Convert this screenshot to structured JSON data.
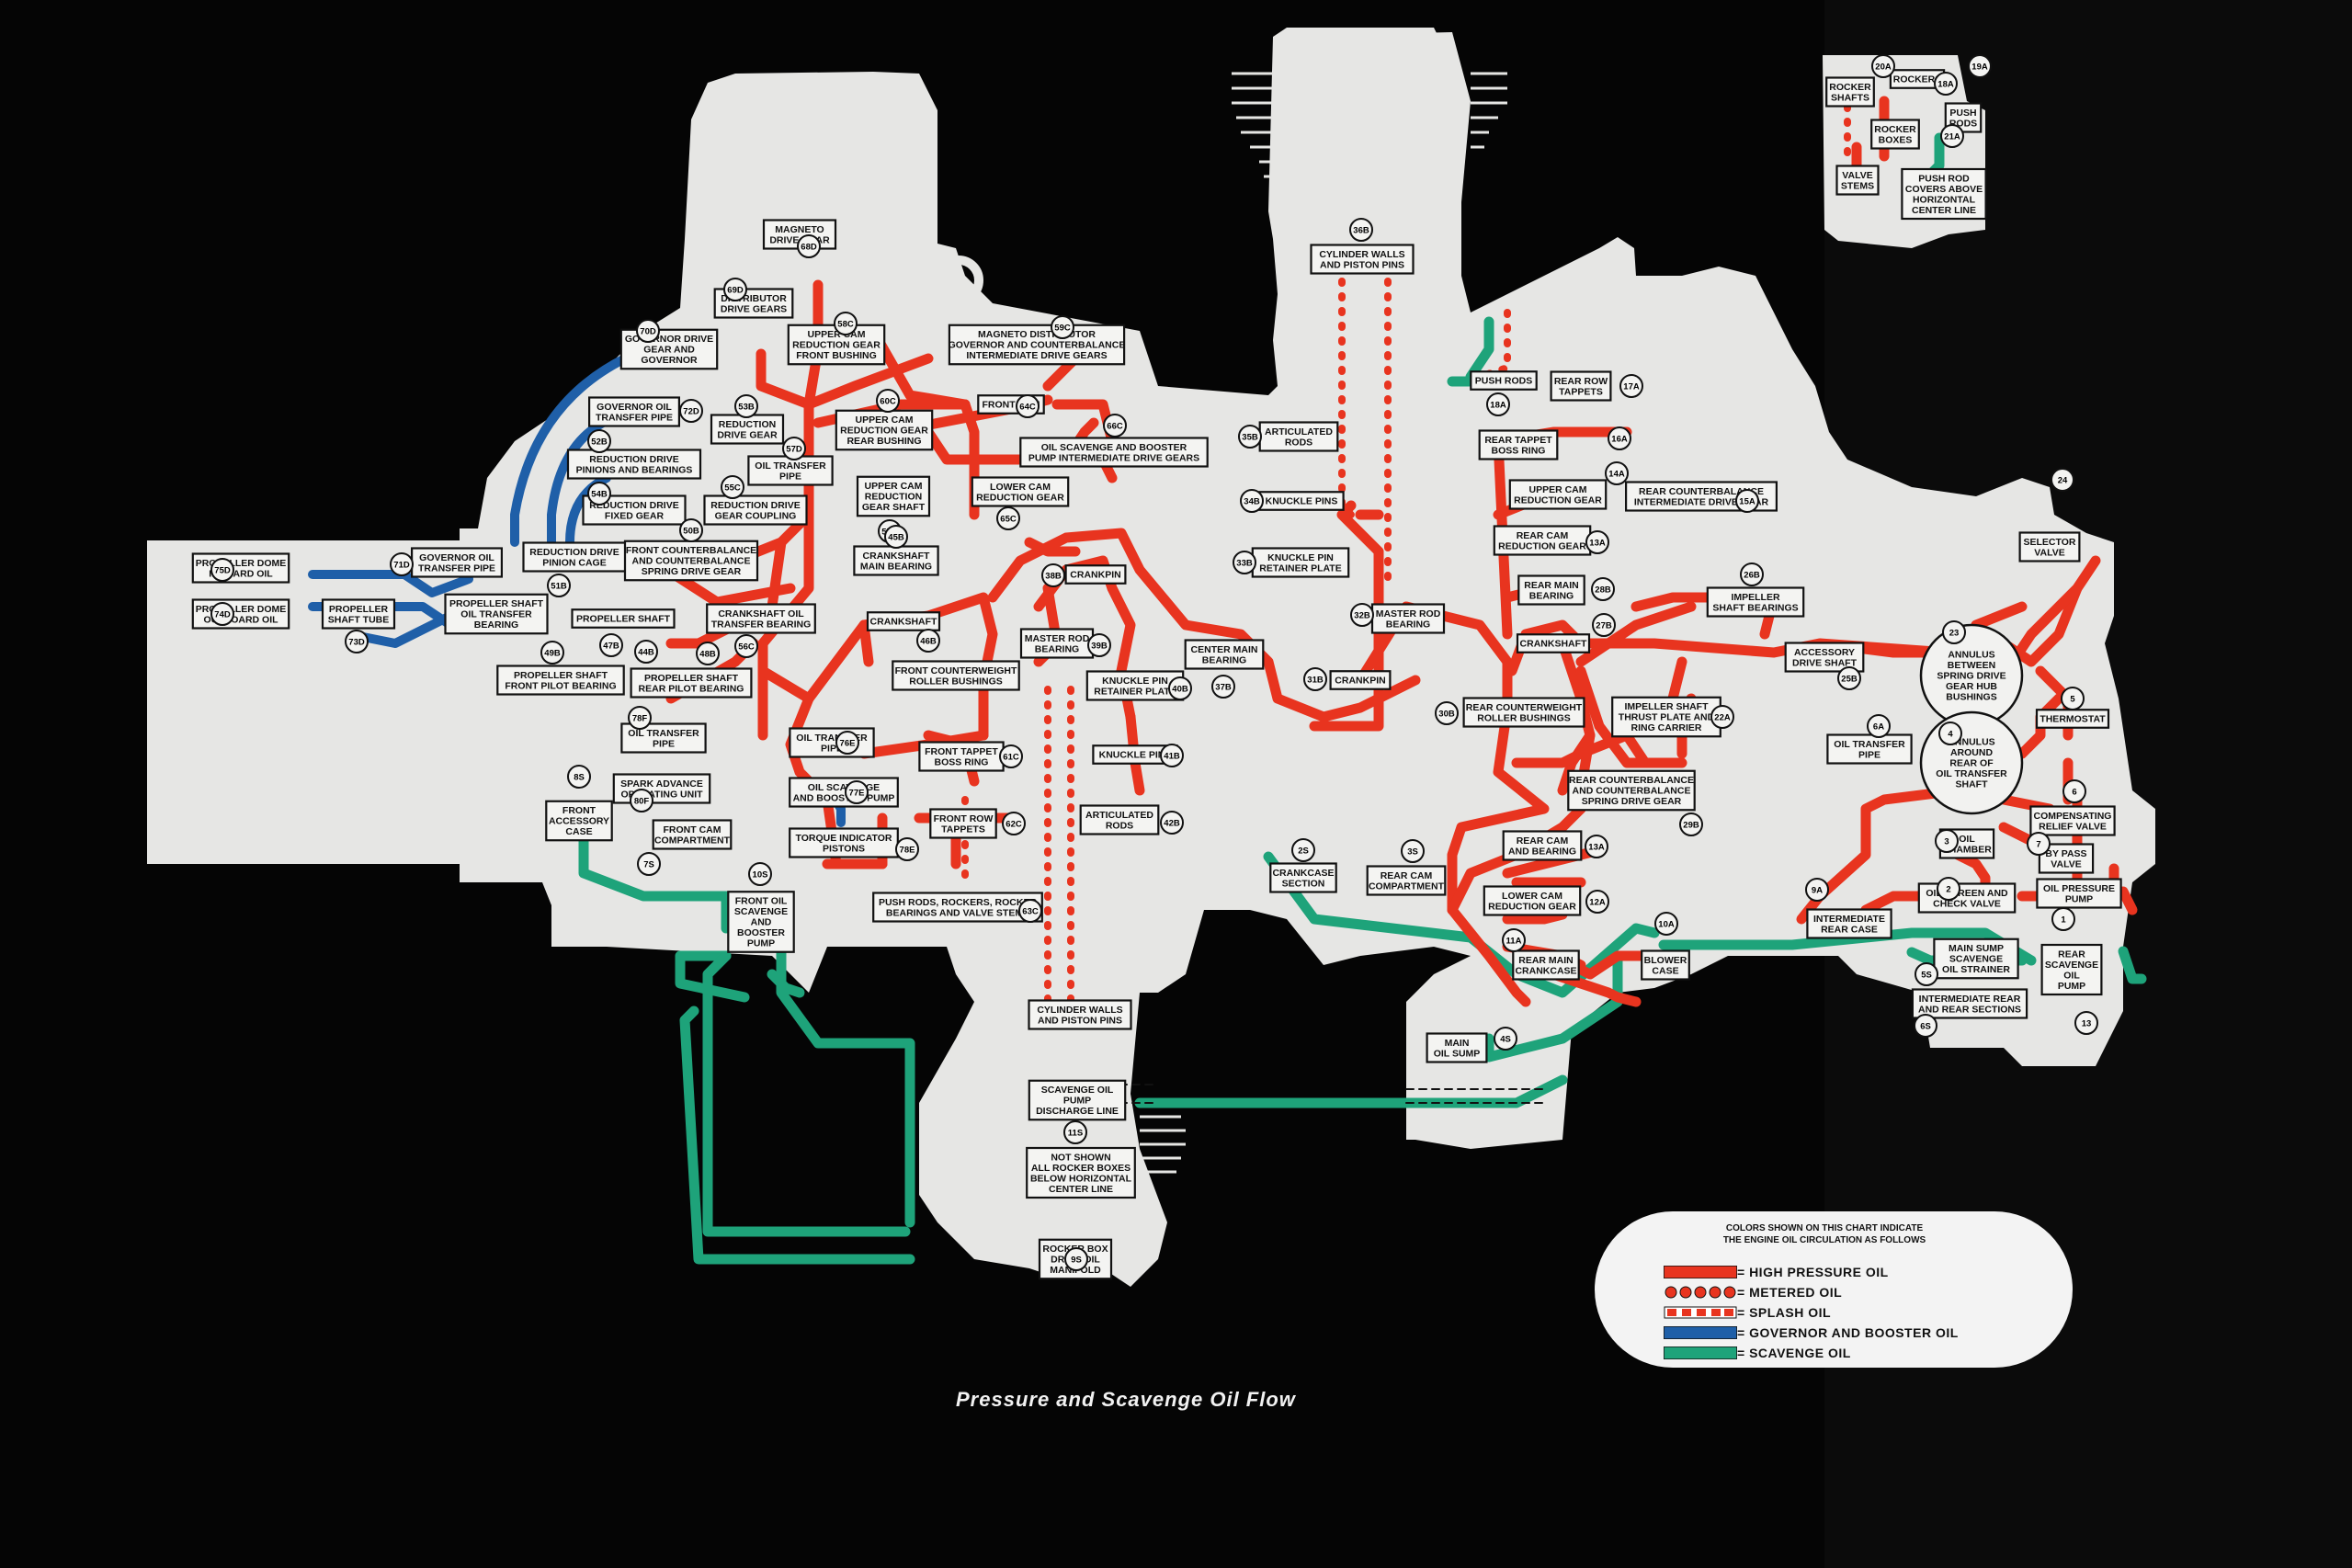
{
  "caption": "Pressure and Scavenge Oil Flow",
  "legend": {
    "title_line1": "COLORS SHOWN ON THIS CHART INDICATE",
    "title_line2": "THE ENGINE OIL CIRCULATION AS FOLLOWS",
    "items": [
      {
        "label": "= HIGH PRESSURE OIL",
        "color": "#e8341f",
        "style": "solid"
      },
      {
        "label": "= METERED OIL",
        "color": "#e8341f",
        "style": "dots"
      },
      {
        "label": "= SPLASH OIL",
        "color": "#e8341f",
        "style": "dash"
      },
      {
        "label": "= GOVERNOR AND BOOSTER OIL",
        "color": "#1f5fa8",
        "style": "solid"
      },
      {
        "label": "= SCAVENGE OIL",
        "color": "#1ea37a",
        "style": "solid"
      }
    ]
  },
  "colors": {
    "high_pressure": "#e8341f",
    "governor": "#1f5fa8",
    "scavenge": "#1ea37a",
    "paper": "#e9e9e7",
    "background": "#000000"
  },
  "nodes": [
    {
      "id": "68D",
      "l": [
        "MAGNETO",
        "DRIVE GEAR"
      ]
    },
    {
      "id": "69D",
      "l": [
        "DISTRIBUTOR",
        "DRIVE GEARS"
      ]
    },
    {
      "id": "70D",
      "l": [
        "GOVERNOR DRIVE",
        "GEAR AND",
        "GOVERNOR"
      ]
    },
    {
      "id": "58C",
      "l": [
        "UPPER CAM",
        "REDUCTION GEAR",
        "FRONT BUSHING"
      ]
    },
    {
      "id": "59C",
      "l": [
        "MAGNETO DISTRIBUTOR",
        "GOVERNOR AND COUNTERBALANCE",
        "INTERMEDIATE DRIVE GEARS"
      ]
    },
    {
      "id": "72D",
      "l": [
        "GOVERNOR OIL",
        "TRANSFER PIPE"
      ]
    },
    {
      "id": "53B",
      "l": [
        "REDUCTION",
        "DRIVE GEAR"
      ]
    },
    {
      "id": "60C",
      "l": [
        "UPPER CAM",
        "REDUCTION GEAR",
        "REAR BUSHING"
      ]
    },
    {
      "id": "64C",
      "l": [
        "FRONT CAM"
      ]
    },
    {
      "id": "66C",
      "l": [
        "OIL SCAVENGE AND BOOSTER",
        "PUMP INTERMEDIATE DRIVE GEARS"
      ]
    },
    {
      "id": "52B",
      "l": [
        "REDUCTION DRIVE",
        "PINIONS AND BEARINGS"
      ]
    },
    {
      "id": "57D",
      "l": [
        "OIL TRANSFER",
        "PIPE"
      ]
    },
    {
      "id": "55C",
      "l": []
    },
    {
      "id": "54B",
      "l": [
        "REDUCTION DRIVE",
        "FIXED GEAR"
      ]
    },
    {
      "id": "50B",
      "l": [
        "REDUCTION DRIVE",
        "GEAR COUPLING"
      ]
    },
    {
      "id": "57C",
      "l": [
        "UPPER CAM",
        "REDUCTION",
        "GEAR SHAFT"
      ]
    },
    {
      "id": "65C",
      "l": [
        "LOWER CAM",
        "REDUCTION GEAR"
      ]
    },
    {
      "id": "75D",
      "l": [
        "PROPELLER DOME",
        "INBOARD OIL"
      ]
    },
    {
      "id": "71D",
      "l": [
        "GOVERNOR OIL",
        "TRANSFER PIPE"
      ]
    },
    {
      "id": "51B",
      "l": [
        "REDUCTION DRIVE",
        "PINION CAGE"
      ]
    },
    {
      "id": "FCB",
      "l": [
        "FRONT COUNTERBALANCE",
        "AND COUNTERBALANCE",
        "SPRING DRIVE GEAR"
      ]
    },
    {
      "id": "45B",
      "l": [
        "CRANKSHAFT",
        "MAIN BEARING"
      ]
    },
    {
      "id": "74D",
      "l": [
        "PROPELLER DOME",
        "OUTBOARD OIL"
      ]
    },
    {
      "id": "73D",
      "l": [
        "PROPELLER",
        "SHAFT TUBE"
      ]
    },
    {
      "id": "PST",
      "l": [
        "PROPELLER SHAFT",
        "OIL TRANSFER",
        "BEARING"
      ]
    },
    {
      "id": "47B",
      "l": [
        "PROPELLER SHAFT"
      ]
    },
    {
      "id": "56C",
      "l": [
        "CRANKSHAFT OIL",
        "TRANSFER BEARING"
      ]
    },
    {
      "id": "46B",
      "l": [
        "CRANKSHAFT"
      ]
    },
    {
      "id": "44B",
      "l": [
        "FRONT COUNTERWEIGHT",
        "ROLLER BUSHINGS"
      ]
    },
    {
      "id": "49B",
      "l": [
        "PROPELLER SHAFT",
        "FRONT PILOT BEARING"
      ]
    },
    {
      "id": "48B",
      "l": [
        "PROPELLER SHAFT",
        "REAR PILOT BEARING"
      ]
    },
    {
      "id": "78F",
      "l": [
        "OIL TRANSFER",
        "PIPE"
      ]
    },
    {
      "id": "76E",
      "l": [
        "OIL TRANSFER",
        "PIPE"
      ]
    },
    {
      "id": "80F",
      "l": [
        "SPARK ADVANCE",
        "OPERATING UNIT"
      ]
    },
    {
      "id": "77E",
      "l": [
        "OIL SCAVENGE",
        "AND BOOSTER PUMP"
      ]
    },
    {
      "id": "78E",
      "l": [
        "TORQUE INDICATOR",
        "PISTONS"
      ]
    },
    {
      "id": "61C",
      "l": [
        "FRONT TAPPET",
        "BOSS RING"
      ]
    },
    {
      "id": "62C",
      "l": [
        "FRONT ROW",
        "TAPPETS"
      ]
    },
    {
      "id": "63C",
      "l": [
        "PUSH RODS, ROCKERS, ROCKER",
        "BEARINGS AND VALVE STEMS"
      ]
    },
    {
      "id": "8S",
      "l": [
        "FRONT",
        "ACCESSORY",
        "CASE"
      ]
    },
    {
      "id": "7S",
      "l": [
        "FRONT CAM",
        "COMPARTMENT"
      ]
    },
    {
      "id": "10S",
      "l": [
        "FRONT OIL",
        "SCAVENGE",
        "AND",
        "BOOSTER",
        "PUMP"
      ]
    },
    {
      "id": "38B",
      "l": [
        "CRANKPIN"
      ]
    },
    {
      "id": "39B",
      "l": [
        "MASTER ROD",
        "BEARING"
      ]
    },
    {
      "id": "40B",
      "l": [
        "KNUCKLE PIN",
        "RETAINER PLATE"
      ]
    },
    {
      "id": "37B",
      "l": [
        "CENTER MAIN",
        "BEARING"
      ]
    },
    {
      "id": "41B",
      "l": [
        "KNUCKLE PINS"
      ]
    },
    {
      "id": "42B",
      "l": [
        "ARTICULATED",
        "RODS"
      ]
    },
    {
      "id": "CWF",
      "l": [
        "CYLINDER WALLS",
        "AND PISTON PINS"
      ]
    },
    {
      "id": "11S",
      "l": [
        "SCAVENGE OIL",
        "PUMP",
        "DISCHARGE LINE"
      ]
    },
    {
      "id": "NS",
      "l": [
        "NOT SHOWN",
        "ALL ROCKER BOXES",
        "BELOW HORIZONTAL",
        "CENTER LINE"
      ]
    },
    {
      "id": "9S",
      "l": [
        "ROCKER BOX",
        "DRAIN OIL",
        "MANIFOLD"
      ]
    },
    {
      "id": "36B",
      "l": [
        "CYLINDER WALLS",
        "AND PISTON PINS"
      ]
    },
    {
      "id": "35B",
      "l": [
        "ARTICULATED",
        "RODS"
      ]
    },
    {
      "id": "34B",
      "l": [
        "KNUCKLE PINS"
      ]
    },
    {
      "id": "33B",
      "l": [
        "KNUCKLE PIN",
        "RETAINER PLATE"
      ]
    },
    {
      "id": "32B",
      "l": [
        "MASTER ROD",
        "BEARING"
      ]
    },
    {
      "id": "31B",
      "l": [
        "CRANKPIN"
      ]
    },
    {
      "id": "18A",
      "l": [
        "PUSH RODS"
      ]
    },
    {
      "id": "17A",
      "l": [
        "REAR ROW",
        "TAPPETS"
      ]
    },
    {
      "id": "16A",
      "l": [
        "REAR TAPPET",
        "BOSS RING"
      ]
    },
    {
      "id": "14A",
      "l": [
        "UPPER CAM",
        "REDUCTION GEAR"
      ]
    },
    {
      "id": "15A",
      "l": [
        "REAR COUNTERBALANCE",
        "INTERMEDIATE DRIVE GEAR"
      ]
    },
    {
      "id": "13A",
      "l": [
        "REAR CAM",
        "REDUCTION GEAR"
      ]
    },
    {
      "id": "28B",
      "l": [
        "REAR MAIN",
        "BEARING"
      ]
    },
    {
      "id": "27B",
      "l": [
        "CRANKSHAFT"
      ]
    },
    {
      "id": "26B",
      "l": [
        "IMPELLER",
        "SHAFT BEARINGS"
      ]
    },
    {
      "id": "25B",
      "l": [
        "ACCESSORY",
        "DRIVE SHAFT"
      ]
    },
    {
      "id": "30B",
      "l": [
        "REAR COUNTERWEIGHT",
        "ROLLER BUSHINGS"
      ]
    },
    {
      "id": "22A",
      "l": [
        "IMPELLER SHAFT",
        "THRUST PLATE AND",
        "RING CARRIER"
      ]
    },
    {
      "id": "29B",
      "l": [
        "REAR COUNTERBALANCE",
        "AND COUNTERBALANCE",
        "SPRING DRIVE GEAR"
      ]
    },
    {
      "id": "13A2",
      "l": [
        "REAR CAM",
        "AND BEARING"
      ]
    },
    {
      "id": "2S",
      "l": [
        "CRANKCASE",
        "SECTION"
      ]
    },
    {
      "id": "3S",
      "l": [
        "REAR CAM",
        "COMPARTMENT"
      ]
    },
    {
      "id": "12A",
      "l": [
        "LOWER CAM",
        "REDUCTION GEAR"
      ]
    },
    {
      "id": "11A",
      "l": [
        "REAR MAIN",
        "CRANKCASE"
      ]
    },
    {
      "id": "10A",
      "l": [
        "BLOWER",
        "CASE"
      ]
    },
    {
      "id": "9A",
      "l": [
        "INTERMEDIATE",
        "REAR CASE"
      ]
    },
    {
      "id": "4S",
      "l": [
        "MAIN",
        "OIL SUMP"
      ]
    },
    {
      "id": "SEL",
      "l": [
        "SELECTOR",
        "VALVE"
      ]
    },
    {
      "id": "23",
      "l": [
        "ANNULUS",
        "BETWEEN",
        "SPRING DRIVE",
        "GEAR HUB",
        "BUSHINGS"
      ]
    },
    {
      "id": "4",
      "l": [
        "ANNULUS",
        "AROUND",
        "REAR OF",
        "OIL TRANSFER",
        "SHAFT"
      ]
    },
    {
      "id": "5",
      "l": [
        "THERMOSTAT"
      ]
    },
    {
      "id": "6A",
      "l": [
        "OIL TRANSFER",
        "PIPE"
      ]
    },
    {
      "id": "6",
      "l": [
        "COMPENSATING",
        "RELIEF VALVE"
      ]
    },
    {
      "id": "3",
      "l": [
        "OIL",
        "CHAMBER"
      ]
    },
    {
      "id": "7",
      "l": [
        "BY PASS",
        "VALVE"
      ]
    },
    {
      "id": "2",
      "l": [
        "OIL SCREEN AND",
        "CHECK VALVE"
      ]
    },
    {
      "id": "1",
      "l": [
        "OIL PRESSURE",
        "PUMP"
      ]
    },
    {
      "id": "5S",
      "l": [
        "MAIN SUMP",
        "SCAVENGE",
        "OIL STRAINER"
      ]
    },
    {
      "id": "6S",
      "l": [
        "INTERMEDIATE REAR",
        "AND REAR SECTIONS"
      ]
    },
    {
      "id": "RS",
      "l": [
        "REAR",
        "SCAVENGE",
        "OIL",
        "PUMP"
      ]
    },
    {
      "id": "20A",
      "l": [
        "ROCKER",
        "SHAFTS"
      ]
    },
    {
      "id": "RK",
      "l": [
        "ROCKERS"
      ]
    },
    {
      "id": "19A",
      "l": [
        "PUSH",
        "RODS"
      ]
    },
    {
      "id": "RB",
      "l": [
        "ROCKER",
        "BOXES"
      ]
    },
    {
      "id": "21A",
      "l": [
        "VALVE",
        "STEMS"
      ]
    },
    {
      "id": "PRC",
      "l": [
        "PUSH ROD",
        "COVERS ABOVE",
        "HORIZONTAL",
        "CENTER LINE"
      ]
    }
  ],
  "badges": [
    "68D",
    "69D",
    "70D",
    "58C",
    "59C",
    "72D",
    "53B",
    "60C",
    "64C",
    "66C",
    "52B",
    "57D",
    "55C",
    "54B",
    "50B",
    "57C",
    "65C",
    "75D",
    "71D",
    "51B",
    "45B",
    "74D",
    "73D",
    "47B",
    "56C",
    "46B",
    "44B",
    "49B",
    "48B",
    "78F",
    "76E",
    "80F",
    "77E",
    "78E",
    "61C",
    "62C",
    "63C",
    "8S",
    "7S",
    "10S",
    "38B",
    "39B",
    "40B",
    "37B",
    "41B",
    "42B",
    "11S",
    "9S",
    "36B",
    "35B",
    "34B",
    "33B",
    "32B",
    "31B",
    "18A",
    "17A",
    "16A",
    "14A",
    "15A",
    "13A",
    "28B",
    "27B",
    "26B",
    "25B",
    "30B",
    "22A",
    "29B",
    "13A",
    "2S",
    "3S",
    "12A",
    "11A",
    "10A",
    "9A",
    "4S",
    "24",
    "23",
    "4",
    "5",
    "6A",
    "6",
    "3",
    "7",
    "2",
    "1",
    "5S",
    "6S",
    "13",
    "20A",
    "19A",
    "18A",
    "21A"
  ]
}
